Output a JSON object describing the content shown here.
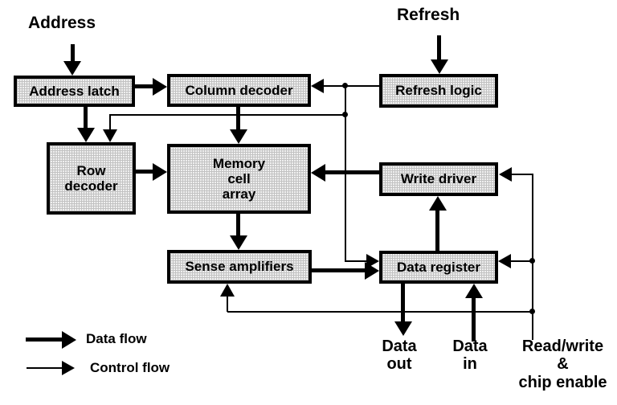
{
  "colors": {
    "box_fill": "#efefef",
    "box_grid": "#c2c2c2",
    "line": "#000000"
  },
  "labels": {
    "address": "Address",
    "refresh": "Refresh",
    "data_out": "Data\nout",
    "data_in": "Data\nin",
    "read_write_chip_enable": "Read/write\n&\nchip enable"
  },
  "boxes": {
    "address_latch": "Address latch",
    "column_decoder": "Column decoder",
    "refresh_logic": "Refresh logic",
    "row_decoder": "Row\ndecoder",
    "memory_cell_array": "Memory\ncell\narray",
    "write_driver": "Write driver",
    "sense_amplifiers": "Sense amplifiers",
    "data_register": "Data register"
  },
  "legend": {
    "data_flow": "Data flow",
    "control_flow": "Control flow"
  }
}
